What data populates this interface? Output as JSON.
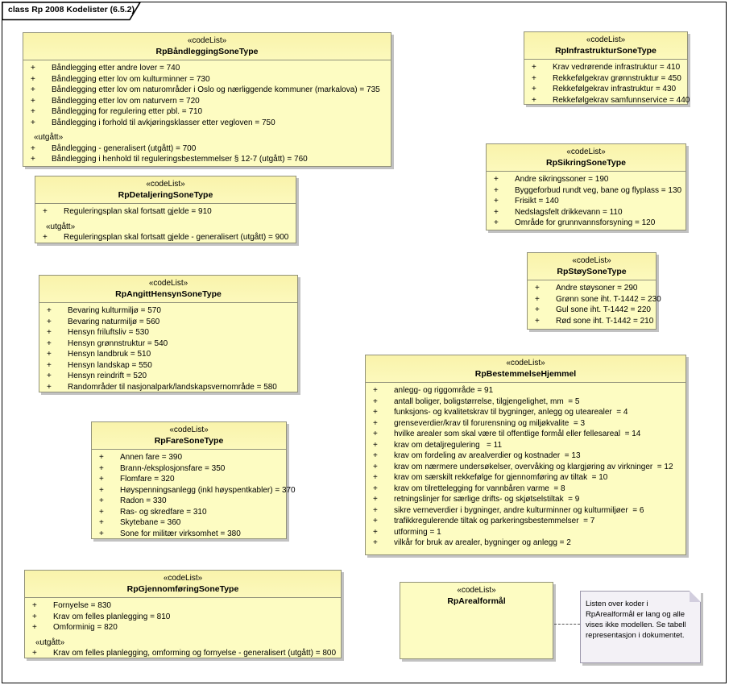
{
  "diagram": {
    "frame_title": "class Rp 2008 Kodelister (6.5.2)"
  },
  "colors": {
    "element_fill": "#fdfcc2",
    "element_border": "#92927a",
    "note_fill": "#f3f1f6",
    "shadow": "#c2c2c2"
  },
  "boxes": [
    {
      "stereotype": "«codeList»",
      "name": "RpBåndleggingSoneType",
      "attributes": [
        "Båndlegging etter andre lover = 740",
        "Båndlegging etter lov om kulturminner = 730",
        "Båndlegging etter lov om naturområder i Oslo og nærliggende kommuner (markalova) = 735",
        "Båndlegging etter lov om naturvern = 720",
        "Båndlegging for regulering etter pbl. = 710",
        "Båndlegging i forhold til avkjøringsklasser etter vegloven = 750"
      ],
      "utgatt": {
        "label": "«utgått»",
        "attributes": [
          "Båndlegging - generalisert (utgått) = 700",
          "Båndlegging i henhold til reguleringsbestemmelser § 12-7 (utgått) = 760"
        ]
      }
    },
    {
      "stereotype": "«codeList»",
      "name": "RpInfrastrukturSoneType",
      "attributes": [
        "Krav vedrørende infrastruktur = 410",
        "Rekkefølgekrav grønnstruktur = 450",
        "Rekkefølgekrav infrastruktur = 430",
        "Rekkefølgekrav samfunnservice = 440"
      ]
    },
    {
      "stereotype": "«codeList»",
      "name": "RpDetaljeringSoneType",
      "attributes": [
        "Reguleringsplan skal fortsatt gjelde = 910"
      ],
      "utgatt": {
        "label": "«utgått»",
        "attributes": [
          "Reguleringsplan skal fortsatt gjelde - generalisert (utgått) = 900"
        ]
      }
    },
    {
      "stereotype": "«codeList»",
      "name": "RpSikringSoneType",
      "attributes": [
        "Andre sikringssoner = 190",
        "Byggeforbud rundt veg, bane og flyplass = 130",
        "Frisikt = 140",
        "Nedslagsfelt drikkevann = 110",
        "Område for grunnvannsforsyning = 120"
      ]
    },
    {
      "stereotype": "«codeList»",
      "name": "RpAngittHensynSoneType",
      "attributes": [
        "Bevaring kulturmiljø = 570",
        "Bevaring naturmiljø = 560",
        "Hensyn friluftsliv = 530",
        "Hensyn grønnstruktur = 540",
        "Hensyn landbruk = 510",
        "Hensyn landskap = 550",
        "Hensyn reindrift = 520",
        "Randområder til nasjonalpark/landskapsvernområde = 580"
      ]
    },
    {
      "stereotype": "«codeList»",
      "name": "RpStøySoneType",
      "attributes": [
        "Andre støysoner = 290",
        "Grønn sone iht. T-1442 = 230",
        "Gul sone iht. T-1442 = 220",
        "Rød sone iht. T-1442 = 210"
      ]
    },
    {
      "stereotype": "«codeList»",
      "name": "RpFareSoneType",
      "attributes": [
        "Annen fare = 390",
        "Brann-/eksplosjonsfare = 350",
        "Flomfare = 320",
        "Høyspenningsanlegg (inkl høyspentkabler) = 370",
        "Radon = 330",
        "Ras- og skredfare = 310",
        "Skytebane = 360",
        "Sone for militær virksomhet = 380"
      ]
    },
    {
      "stereotype": "«codeList»",
      "name": "RpBestemmelseHjemmel",
      "attributes": [
        "anlegg- og riggområde = 91",
        "antall boliger, boligstørrelse, tilgjengelighet, mm  = 5",
        "funksjons- og kvalitetskrav til bygninger, anlegg og utearealer  = 4",
        "grenseverdier/krav til forurensning og miljøkvalite  = 3",
        "hvilke arealer som skal være til offentlige formål eller fellesareal  = 14",
        "krav om detaljregulering   = 11",
        "krav om fordeling av arealverdier og kostnader  = 13",
        "krav om nærmere undersøkelser, overvåking og klargjøring av virkninger  = 12",
        "krav om særskilt rekkefølge for gjennomføring av tiltak  = 10",
        "krav om tilrettelegging for vannbåren varme  = 8",
        "retningslinjer for særlige drifts- og skjøtselstiltak  = 9",
        "sikre verneverdier i bygninger, andre kulturminner og kulturmiljøer  = 6",
        "trafikkregulerende tiltak og parkeringsbestemmelser  = 7",
        "utforming = 1",
        "vilkår for bruk av arealer, bygninger og anlegg = 2"
      ]
    },
    {
      "stereotype": "«codeList»",
      "name": "RpGjennomføringSoneType",
      "attributes": [
        "Fornyelse = 830",
        "Krav om felles planlegging = 810",
        "Omforminig = 820"
      ],
      "utgatt": {
        "label": "«utgått»",
        "attributes": [
          "Krav om felles planlegging, omforming og fornyelse - generalisert (utgått) = 800"
        ]
      }
    },
    {
      "stereotype": "«codeList»",
      "name": "RpArealformål",
      "attributes": []
    }
  ],
  "note": {
    "text": "Listen over koder i RpArealformål er lang og alle vises ikke modellen. Se  tabell representasjon i dokumentet."
  }
}
